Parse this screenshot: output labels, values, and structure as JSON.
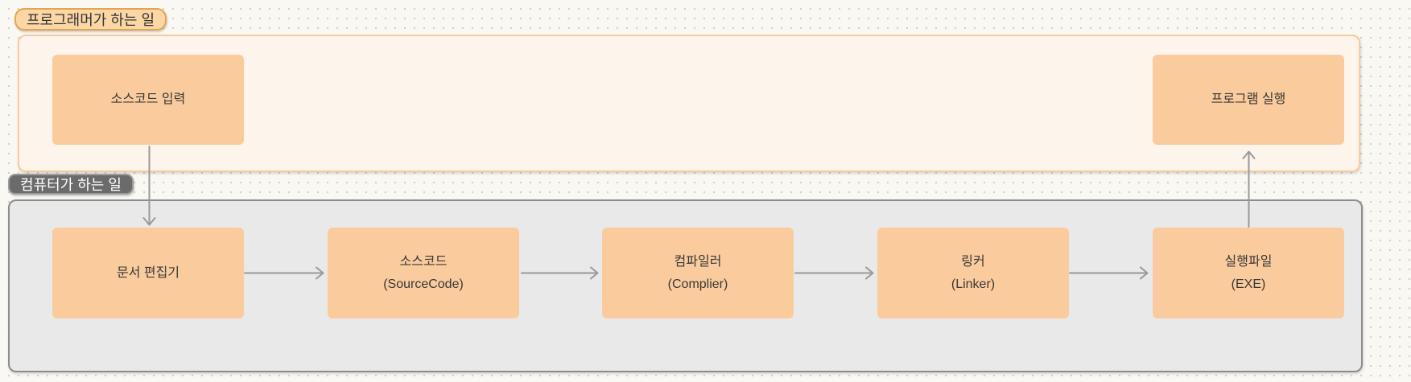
{
  "diagram": {
    "programmer_group": {
      "label": "프로그래머가 하는 일",
      "nodes": {
        "source_input": {
          "line1": "소스코드 입력"
        },
        "program_run": {
          "line1": "프로그램 실행"
        }
      }
    },
    "computer_group": {
      "label": "컴퓨터가 하는 일",
      "nodes": {
        "editor": {
          "line1": "문서 편집기"
        },
        "source_code": {
          "line1": "소스코드",
          "line2": "(SourceCode)"
        },
        "compiler": {
          "line1": "컴파일러",
          "line2": "(Complier)"
        },
        "linker": {
          "line1": "링커",
          "line2": "(Linker)"
        },
        "exe": {
          "line1": "실행파일",
          "line2": "(EXE)"
        }
      }
    },
    "colors": {
      "canvas_background": "#FAF8F3",
      "grid_dot": "#D5D1C9",
      "node_fill": "#FACC9D",
      "node_text": "#383838",
      "programmer_group_fill": "#FDF4EB",
      "programmer_group_border": "#F8CB9E",
      "programmer_label_fill": "#FBD7A6",
      "programmer_label_border": "#E4A451",
      "computer_group_fill": "#E9E9E9",
      "computer_group_border": "#8C8C8C",
      "computer_label_fill": "#6B6B6B",
      "computer_label_text": "#FFFFFF",
      "arrow": "#999999"
    }
  }
}
